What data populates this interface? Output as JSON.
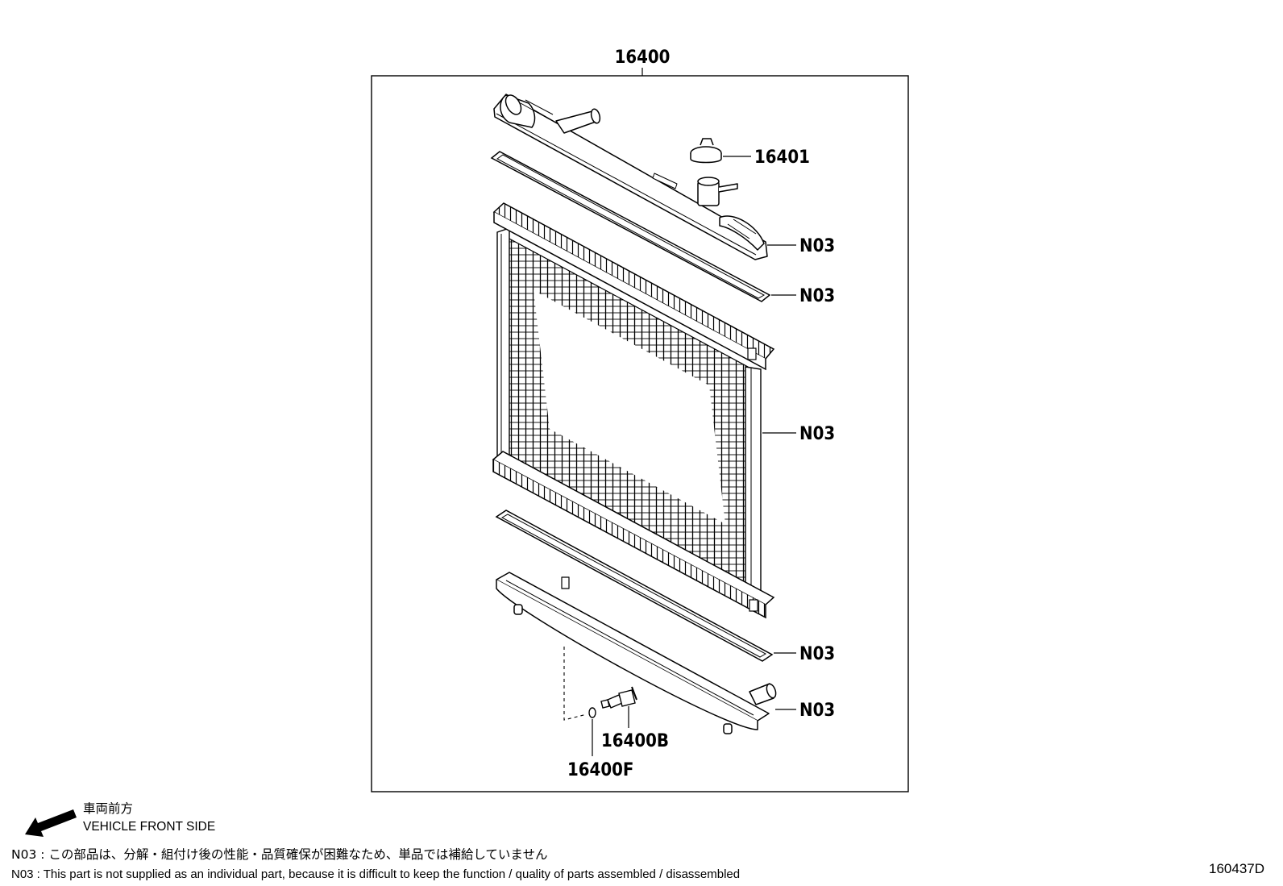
{
  "diagram": {
    "callouts": {
      "assembly": "16400",
      "cap": "16401",
      "n03_upper_tank": "N03",
      "n03_upper_gasket": "N03",
      "n03_core": "N03",
      "n03_lower_gasket": "N03",
      "n03_lower_tank": "N03",
      "drain_cock": "16400B",
      "o_ring": "16400F"
    },
    "direction": {
      "label_ja": "車両前方",
      "label_en": "VEHICLE FRONT SIDE",
      "icon": "arrow-left-down-icon"
    },
    "notes": {
      "ja": "N03 : この部品は、分解・組付け後の性能・品質確保が困難なため、単品では補給していません",
      "en": "N03 : This part is not supplied as an individual part, because it is difficult to keep the function / quality of parts  assembled / disassembled"
    },
    "figure_id": "160437D"
  }
}
